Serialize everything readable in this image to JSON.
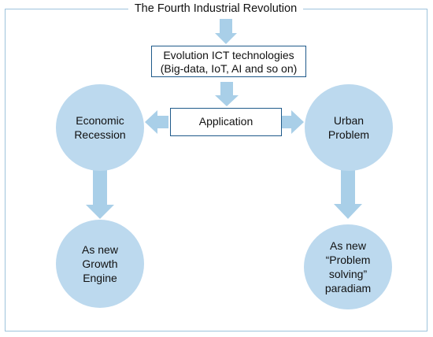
{
  "diagram": {
    "title": "The Fourth Industrial Revolution",
    "evolution": {
      "line1": "Evolution ICT technologies",
      "line2": "(Big-data, IoT, AI and so on)"
    },
    "application": "Application",
    "economic_recession": {
      "line1": "Economic",
      "line2": "Recession"
    },
    "urban_problem": {
      "line1": "Urban",
      "line2": "Problem"
    },
    "growth_engine": {
      "line1": "As new",
      "line2": "Growth",
      "line3": "Engine"
    },
    "problem_solving": {
      "line1": "As new",
      "line2": "“Problem",
      "line3": "solving”",
      "line4": "paradiam"
    }
  },
  "colors": {
    "frame_border": "#9ec3dc",
    "box_border": "#1f5a8a",
    "circle_fill": "#bcd9ee",
    "arrow_fill": "#a9cfe8"
  }
}
